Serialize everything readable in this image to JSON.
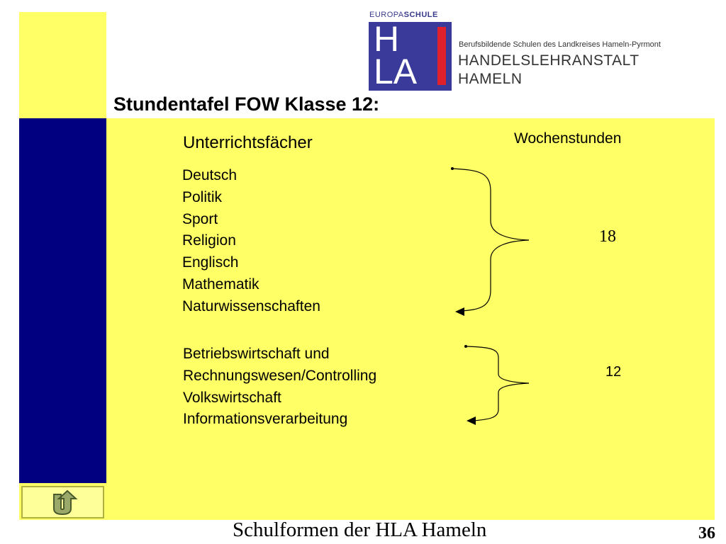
{
  "header": {
    "logo_badge": "EUROPASCHULE",
    "logo_mark_top": "H",
    "logo_mark_bottom": "LA",
    "logo_subtitle": "Berufsbildende Schulen des Landkreises Hameln-Pyrmont",
    "logo_name_line1": "HANDELSLEHRANSTALT",
    "logo_name_line2": "HAMELN"
  },
  "slide": {
    "title": "Stundentafel FOW Klasse 12:",
    "col_subjects": "Unterrichtsfächer",
    "col_hours": "Wochenstunden",
    "groups": [
      {
        "subjects": [
          "Deutsch",
          "Politik",
          "Sport",
          "Religion",
          "Englisch",
          "Mathematik",
          "Naturwissenschaften"
        ],
        "hours": "18"
      },
      {
        "subjects": [
          "Betriebswirtschaft und",
          "Rechnungswesen/Controlling",
          "Volkswirtschaft",
          "Informationsverarbeitung"
        ],
        "hours": "12"
      }
    ]
  },
  "footer": {
    "title": "Schulformen der HLA Hameln",
    "page_number": "36"
  },
  "colors": {
    "yellow": "#ffff66",
    "navy": "#000080",
    "logo_blue": "#3a3a9a",
    "logo_red": "#e0202a"
  },
  "icons": {
    "back": "u-turn-arrow-icon"
  }
}
